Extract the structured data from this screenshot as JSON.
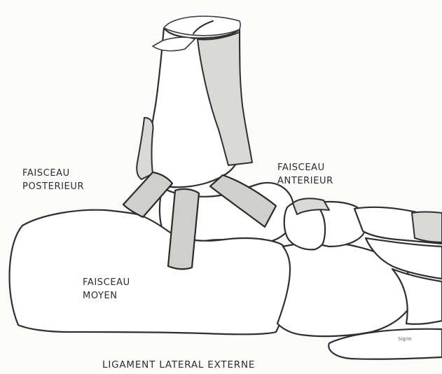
{
  "labels": {
    "posterior": [
      "FAISCEAU",
      "POSTERIEUR"
    ],
    "anterior": [
      "FAISCEAU",
      "ANTERIEUR"
    ],
    "middle": [
      "FAISCEAU",
      "MOYEN"
    ],
    "caption": "LIGAMENT LATERAL EXTERNE"
  },
  "signature": "Signe",
  "colors": {
    "ligament_fill": "#cfcfcc",
    "outline": "#2f2f2f"
  }
}
